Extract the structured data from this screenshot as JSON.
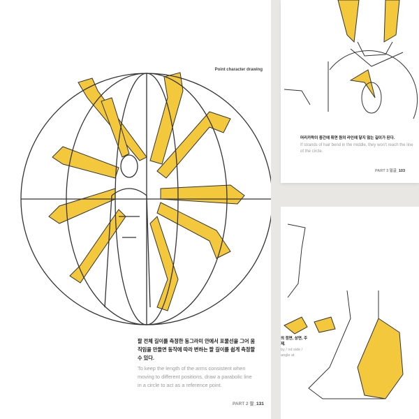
{
  "page_left": {
    "header": "Point character drawing",
    "korean": "팔 전체 길이를 측정한 동그라미 안에서 포물선을 그어 움직임을 만들면 동작에 따라 변하는 팔 길이를 쉽게 측정할 수 있다.",
    "english": "To keep the length of the arms consistent when moving to different positions, draw a parabolic line in a circle to act as a reference point.",
    "folio_part": "PART 2 팔_",
    "folio_num": "131"
  },
  "page_top_right": {
    "korean": "머리카락이 중간에 휘면 원의 라인에 닿지 않는 길이가 된다.",
    "english": "If strands of hair bend in the middle, they won't reach the line of the circle.",
    "folio_part": "PART 3 얼굴_",
    "folio_num": "103"
  },
  "page_bottom_right": {
    "korean_fragment": "의 정면, 상면, 주제.",
    "english_fragment": "by / nd side / angle at"
  },
  "colors": {
    "highlight": "#f3c73b",
    "line": "#333333"
  }
}
